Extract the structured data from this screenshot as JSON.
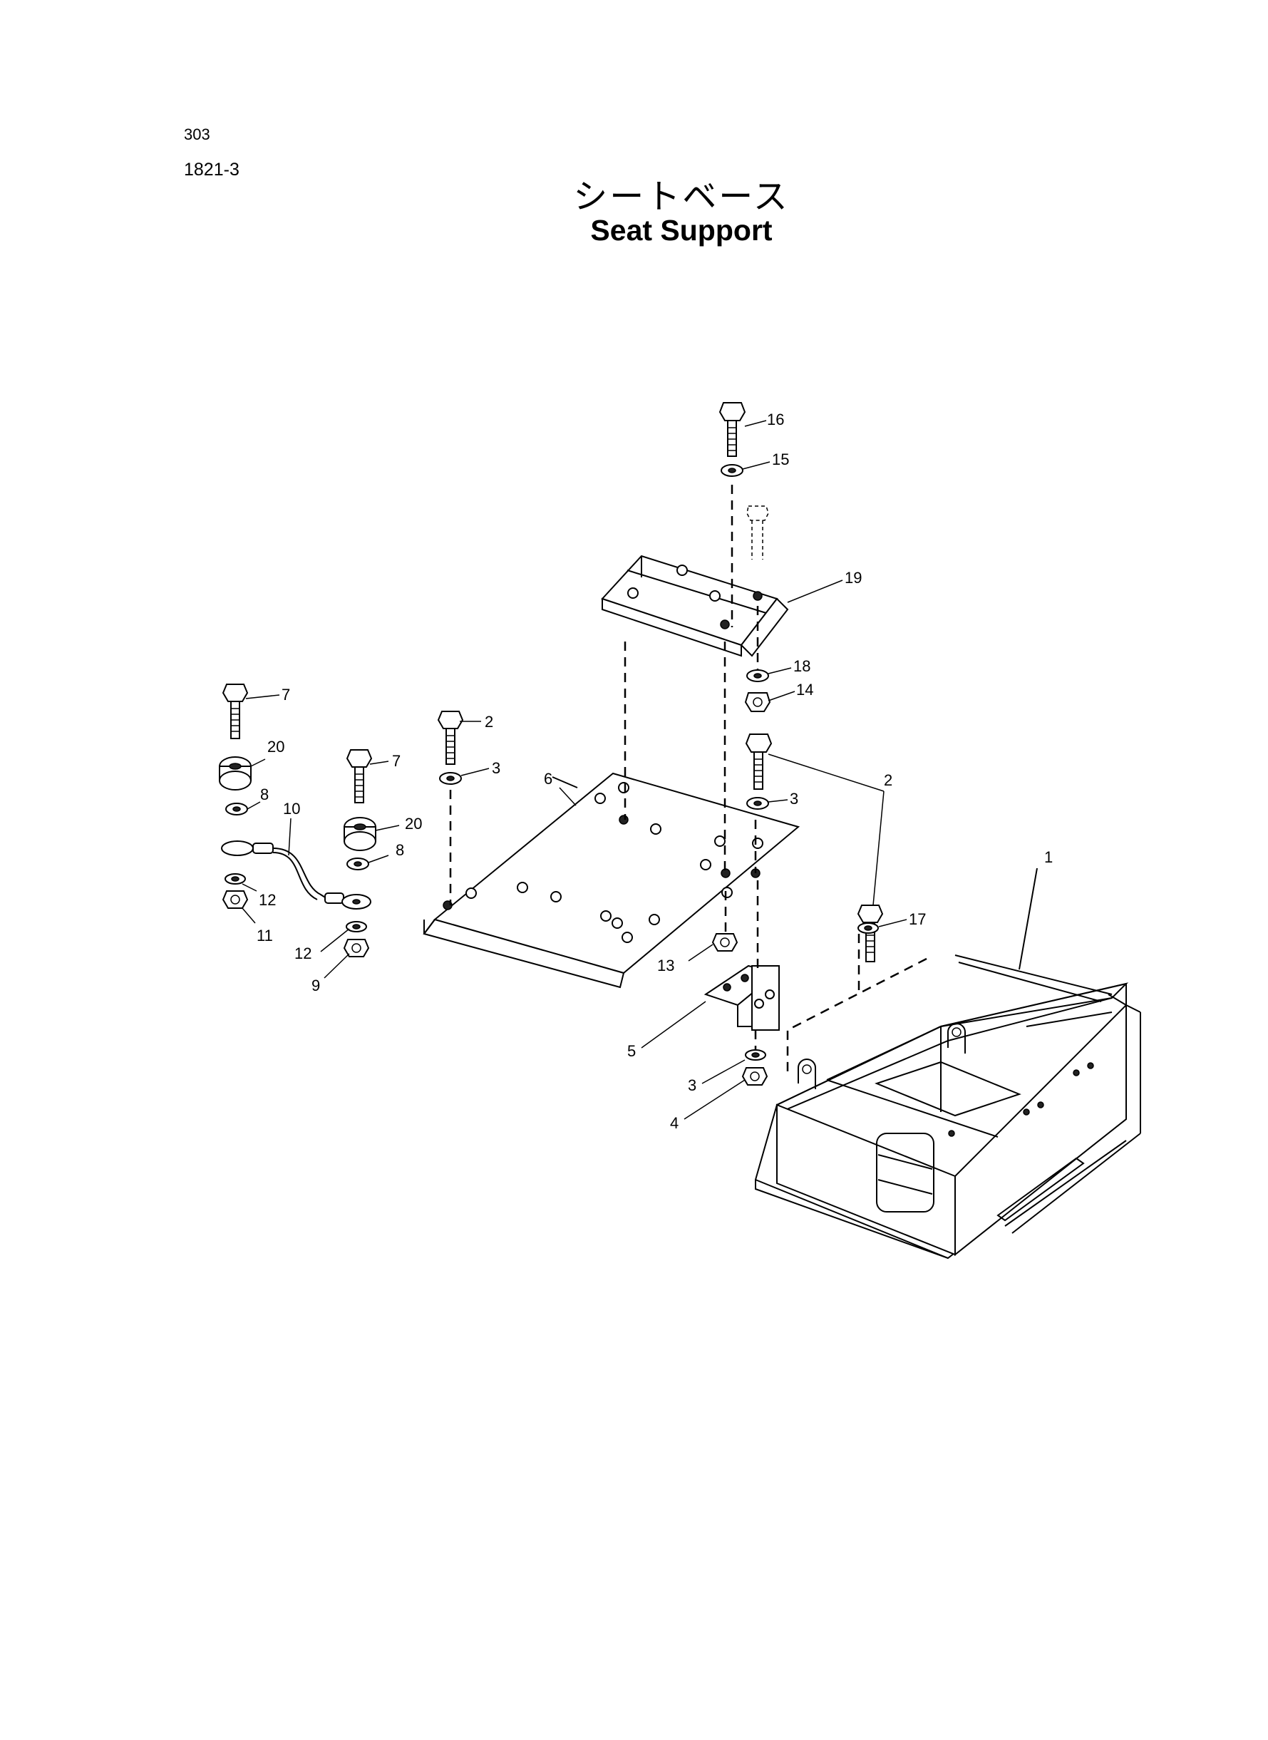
{
  "header": {
    "page_number": "303",
    "figure_number": "1821-3",
    "title_japanese": "シートベース",
    "title_english": "Seat Support"
  },
  "callouts": [
    {
      "key": "c1",
      "text": "1"
    },
    {
      "key": "c2a",
      "text": "2"
    },
    {
      "key": "c2b",
      "text": "2"
    },
    {
      "key": "c3a",
      "text": "3"
    },
    {
      "key": "c3b",
      "text": "3"
    },
    {
      "key": "c3c",
      "text": "3"
    },
    {
      "key": "c4",
      "text": "4"
    },
    {
      "key": "c5",
      "text": "5"
    },
    {
      "key": "c6",
      "text": "6"
    },
    {
      "key": "c7a",
      "text": "7"
    },
    {
      "key": "c7b",
      "text": "7"
    },
    {
      "key": "c8a",
      "text": "8"
    },
    {
      "key": "c8b",
      "text": "8"
    },
    {
      "key": "c9",
      "text": "9"
    },
    {
      "key": "c10",
      "text": "10"
    },
    {
      "key": "c11",
      "text": "11"
    },
    {
      "key": "c12a",
      "text": "12"
    },
    {
      "key": "c12b",
      "text": "12"
    },
    {
      "key": "c13",
      "text": "13"
    },
    {
      "key": "c14",
      "text": "14"
    },
    {
      "key": "c15",
      "text": "15"
    },
    {
      "key": "c16",
      "text": "16"
    },
    {
      "key": "c17",
      "text": "17"
    },
    {
      "key": "c18",
      "text": "18"
    },
    {
      "key": "c19",
      "text": "19"
    },
    {
      "key": "c20a",
      "text": "20"
    },
    {
      "key": "c20b",
      "text": "20"
    }
  ]
}
